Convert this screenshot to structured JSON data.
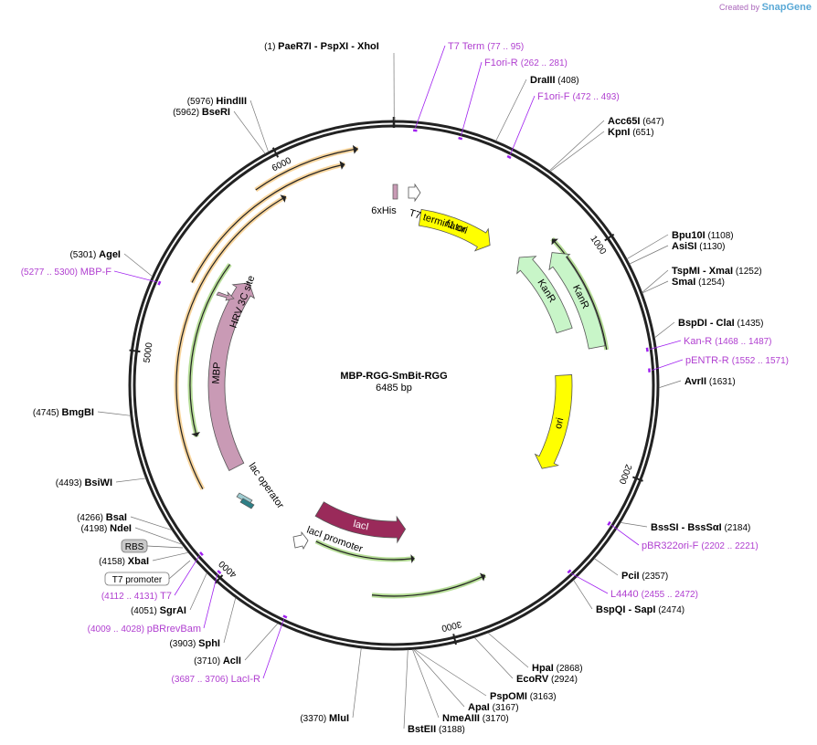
{
  "brand": {
    "prefix": "Created by",
    "name": "SnapGene"
  },
  "plasmid": {
    "name": "MBP-RGG-SmBit-RGG",
    "length_label": "6485 bp",
    "length": 6485
  },
  "tick_labels": [
    {
      "pos": 1000,
      "label": "1000"
    },
    {
      "pos": 2000,
      "label": "2000"
    },
    {
      "pos": 3000,
      "label": "3000"
    },
    {
      "pos": 4000,
      "label": "4000"
    },
    {
      "pos": 5000,
      "label": "5000"
    },
    {
      "pos": 6000,
      "label": "6000"
    }
  ],
  "enzymes": [
    {
      "pos": 1,
      "pos_label": "(1)",
      "names": [
        "PaeR7I",
        "PspXI",
        "XhoI"
      ]
    },
    {
      "pos": 408,
      "pos_label": "(408)",
      "names": [
        "DraIII"
      ]
    },
    {
      "pos": 647,
      "pos_label": "(647)",
      "names": [
        "Acc65I"
      ]
    },
    {
      "pos": 651,
      "pos_label": "(651)",
      "names": [
        "KpnI"
      ]
    },
    {
      "pos": 1108,
      "pos_label": "(1108)",
      "names": [
        "Bpu10I"
      ]
    },
    {
      "pos": 1130,
      "pos_label": "(1130)",
      "names": [
        "AsiSI"
      ]
    },
    {
      "pos": 1252,
      "pos_label": "(1252)",
      "names": [
        "TspMI",
        "XmaI"
      ]
    },
    {
      "pos": 1254,
      "pos_label": "(1254)",
      "names": [
        "SmaI"
      ]
    },
    {
      "pos": 1435,
      "pos_label": "(1435)",
      "names": [
        "BspDI",
        "ClaI"
      ]
    },
    {
      "pos": 1631,
      "pos_label": "(1631)",
      "names": [
        "AvrII"
      ]
    },
    {
      "pos": 2184,
      "pos_label": "(2184)",
      "names": [
        "BssSI",
        "BssSαI"
      ]
    },
    {
      "pos": 2357,
      "pos_label": "(2357)",
      "names": [
        "PciI"
      ]
    },
    {
      "pos": 2474,
      "pos_label": "(2474)",
      "names": [
        "BspQI",
        "SapI"
      ]
    },
    {
      "pos": 2868,
      "pos_label": "(2868)",
      "names": [
        "HpaI"
      ]
    },
    {
      "pos": 2924,
      "pos_label": "(2924)",
      "names": [
        "EcoRV"
      ]
    },
    {
      "pos": 3163,
      "pos_label": "(3163)",
      "names": [
        "PspOMI"
      ]
    },
    {
      "pos": 3167,
      "pos_label": "(3167)",
      "names": [
        "ApaI"
      ]
    },
    {
      "pos": 3170,
      "pos_label": "(3170)",
      "names": [
        "NmeAIII"
      ]
    },
    {
      "pos": 3188,
      "pos_label": "(3188)",
      "names": [
        "BstEII"
      ]
    },
    {
      "pos": 3370,
      "pos_label": "(3370)",
      "names": [
        "MluI"
      ]
    },
    {
      "pos": 3710,
      "pos_label": "(3710)",
      "names": [
        "AclI"
      ]
    },
    {
      "pos": 3903,
      "pos_label": "(3903)",
      "names": [
        "SphI"
      ]
    },
    {
      "pos": 4051,
      "pos_label": "(4051)",
      "names": [
        "SgrAI"
      ]
    },
    {
      "pos": 4158,
      "pos_label": "(4158)",
      "names": [
        "XbaI"
      ]
    },
    {
      "pos": 4198,
      "pos_label": "(4198)",
      "names": [
        "NdeI"
      ]
    },
    {
      "pos": 4266,
      "pos_label": "(4266)",
      "names": [
        "BsaI"
      ]
    },
    {
      "pos": 4493,
      "pos_label": "(4493)",
      "names": [
        "BsiWI"
      ]
    },
    {
      "pos": 4745,
      "pos_label": "(4745)",
      "names": [
        "BmgBI"
      ]
    },
    {
      "pos": 5301,
      "pos_label": "(5301)",
      "names": [
        "AgeI"
      ]
    },
    {
      "pos": 5962,
      "pos_label": "(5962)",
      "names": [
        "BseRI"
      ]
    },
    {
      "pos": 5976,
      "pos_label": "(5976)",
      "names": [
        "HindIII"
      ]
    }
  ],
  "primers": [
    {
      "name": "T7 Term",
      "range": "(77 .. 95)",
      "pos": 86
    },
    {
      "name": "F1ori-R",
      "range": "(262 .. 281)",
      "pos": 271
    },
    {
      "name": "F1ori-F",
      "range": "(472 .. 493)",
      "pos": 482
    },
    {
      "name": "Kan-R",
      "range": "(1468 .. 1487)",
      "pos": 1477
    },
    {
      "name": "pENTR-R",
      "range": "(1552 .. 1571)",
      "pos": 1561
    },
    {
      "name": "pBR322ori-F",
      "range": "(2202 .. 2221)",
      "pos": 2211
    },
    {
      "name": "L4440",
      "range": "(2455 .. 2472)",
      "pos": 2463
    },
    {
      "name": "LacI-R",
      "range": "(3687 .. 3706)",
      "pos": 3696
    },
    {
      "name": "pBRrevBam",
      "range": "(4009 .. 4028)",
      "pos": 4018
    },
    {
      "name": "T7",
      "range": "(4112 .. 4131)",
      "pos": 4121
    },
    {
      "name": "MBP-F",
      "range": "(5277 .. 5300)",
      "pos": 5288
    }
  ],
  "features": [
    {
      "name": "f1 ori",
      "start": 160,
      "end": 620,
      "color": "#ffff00",
      "direction": "forward"
    },
    {
      "name": "KanR",
      "start": 800,
      "end": 1300,
      "color": "#c8f5c8",
      "direction": "reverse"
    },
    {
      "name": "KanR",
      "start": 900,
      "end": 1430,
      "color": "#c8f5c8",
      "direction": "reverse"
    },
    {
      "name": "ori",
      "start": 1560,
      "end": 2150,
      "color": "#ffff00",
      "direction": "forward"
    },
    {
      "name": "lacI",
      "start": 3160,
      "end": 3800,
      "color": "#9a2a5a",
      "direction": "reverse"
    },
    {
      "name": "MBP",
      "start": 4370,
      "end": 5500,
      "color": "#c99ab5",
      "direction": "forward"
    }
  ],
  "small_features": [
    {
      "name": "6xHis"
    },
    {
      "name": "T7 terminator"
    },
    {
      "name": "HRV 3C site"
    },
    {
      "name": "lac operator"
    },
    {
      "name": "lacI promoter"
    }
  ],
  "boxed_labels": [
    {
      "name": "RBS"
    },
    {
      "name": "T7 promoter"
    }
  ]
}
